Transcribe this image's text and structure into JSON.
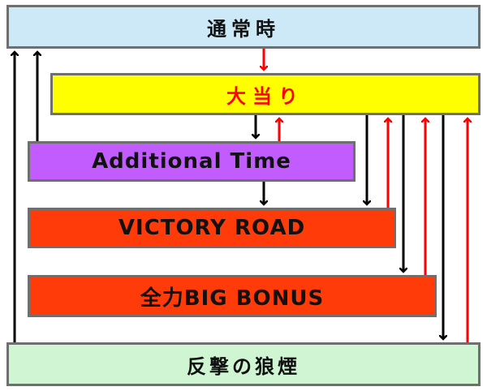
{
  "nodes": {
    "normal": "通常時",
    "big_hit": "大当り",
    "additional_time": "Additional Time",
    "victory_road": "VICTORY ROAD",
    "big_bonus": "全力BIG BONUS",
    "counterattack": "反撃の狼煙"
  },
  "colors": {
    "normal": "#cde9f8",
    "big_hit": "#ffff00",
    "big_hit_text": "#ff0000",
    "additional_time": "#c35cff",
    "victory_road": "#ff3b0a",
    "big_bonus": "#ff3b0a",
    "counterattack": "#cff5d2",
    "arrow_black": "#000000",
    "arrow_red": "#ff0000"
  }
}
